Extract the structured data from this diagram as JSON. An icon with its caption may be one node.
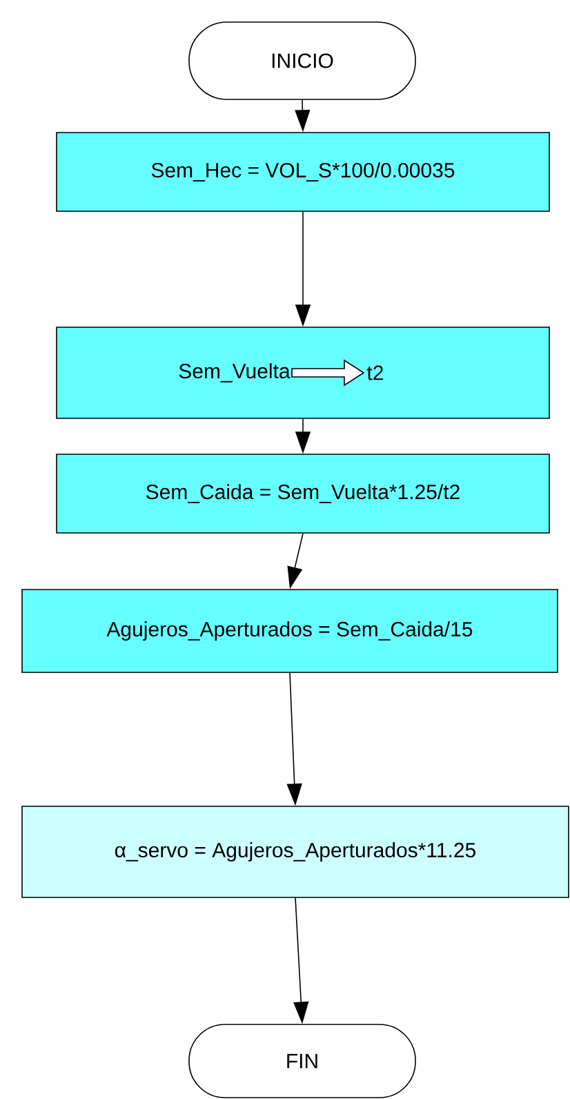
{
  "diagram": {
    "nodes": [
      {
        "text": [
          "INICIO"
        ]
      },
      {
        "text": [
          "Sem_Hec = VOL_S*100/0.00035"
        ]
      },
      {
        "text": [
          "Sem_Vuelta",
          "t2"
        ]
      },
      {
        "text": [
          "Sem_Caida = Sem_Vuelta*1.25/t2"
        ]
      },
      {
        "text": [
          "Agujeros_Aperturados = Sem_Caida/15"
        ]
      },
      {
        "text": [
          "α_servo = Agujeros_Aperturados*11.25"
        ]
      },
      {
        "text": [
          "FIN"
        ]
      }
    ],
    "edges": [
      {
        "from": 0,
        "to": 1,
        "arrow": "to"
      },
      {
        "from": 1,
        "to": 2,
        "arrow": "to"
      },
      {
        "from": 2,
        "to": 3,
        "arrow": "to"
      },
      {
        "from": 3,
        "to": 4,
        "arrow": "to"
      },
      {
        "from": 4,
        "to": 5,
        "arrow": "to"
      },
      {
        "from": 5,
        "to": 6,
        "arrow": "to"
      }
    ]
  }
}
